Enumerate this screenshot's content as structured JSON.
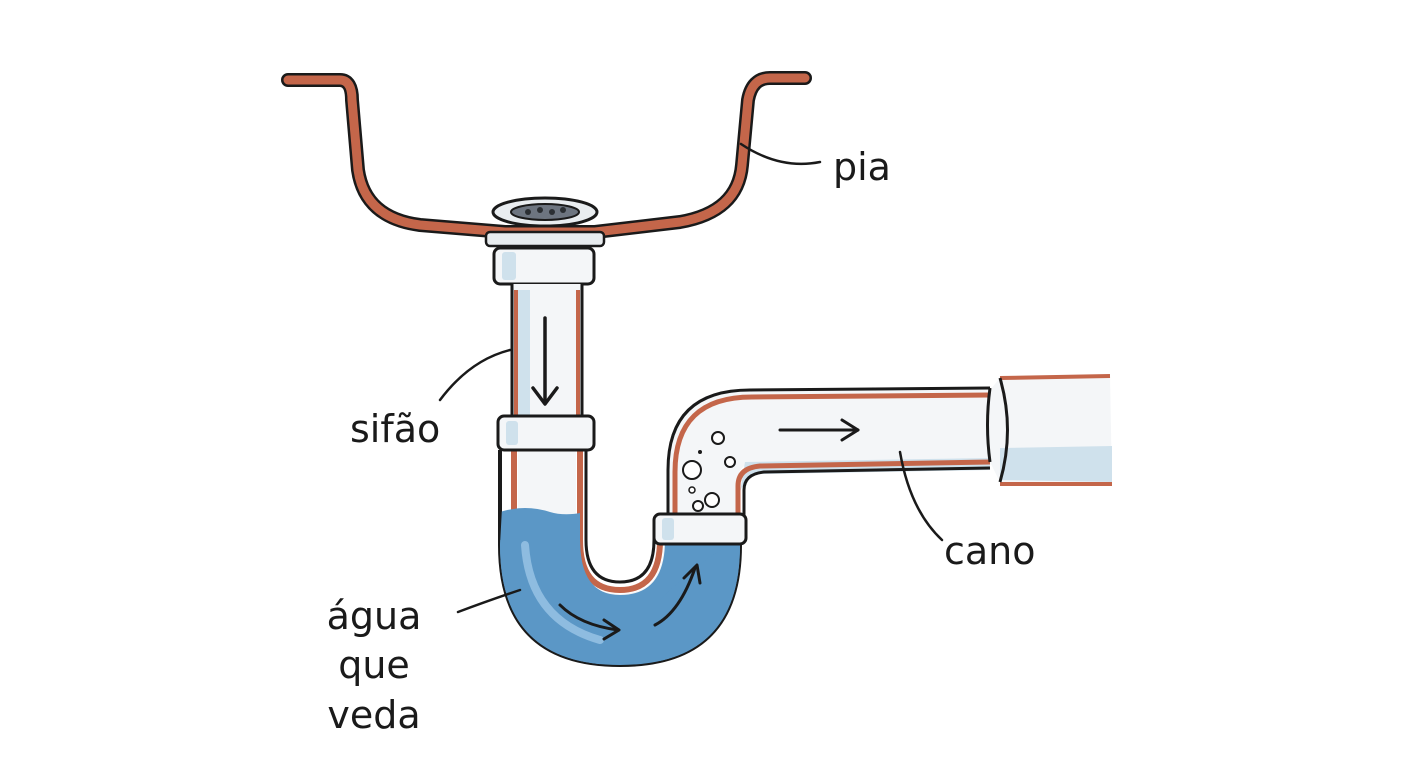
{
  "labels": {
    "sink": "pia",
    "trap": "sifão",
    "pipe": "cano",
    "water_line1": "água",
    "water_line2": "que veda"
  },
  "colors": {
    "outline_copper": "#c4664a",
    "pipe_white": "#f4f6f8",
    "pipe_light_blue": "#cfe1ec",
    "water_blue": "#5b97c6",
    "water_dark": "#3f78a8",
    "ink": "#1a1a1a"
  },
  "icons": [
    "drain-strainer-icon",
    "flow-arrow-icon",
    "bubbles-icon"
  ]
}
